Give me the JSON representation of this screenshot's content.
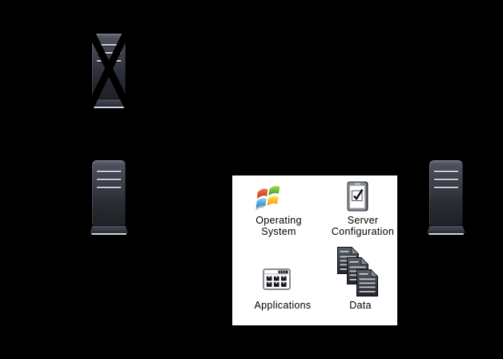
{
  "panel": {
    "items": [
      {
        "label": "Operating System",
        "icon": "windows-flag"
      },
      {
        "label": "Server Configuration",
        "icon": "clipboard-checkmark"
      },
      {
        "label": "Applications",
        "icon": "application-window-grid"
      },
      {
        "label": "Data",
        "icon": "stacked-documents"
      }
    ]
  },
  "icons": {
    "server": "tower-server",
    "crossed_out_marker": "x-mark",
    "operating_system": "windows-flag",
    "server_configuration": "clipboard-checkmark",
    "applications": "application-window-grid",
    "data": "stacked-documents"
  },
  "colors": {
    "background": "#000000",
    "panel_background": "#ffffff",
    "label_text": "#000000",
    "server_body_dark": "#3a3d47",
    "server_slot_lines": "#ccd0d6",
    "x_mark": "#000000",
    "windows_red": "#e0401c",
    "windows_green": "#55b42c",
    "windows_blue": "#2f9fd8",
    "windows_yellow": "#fdb813"
  }
}
